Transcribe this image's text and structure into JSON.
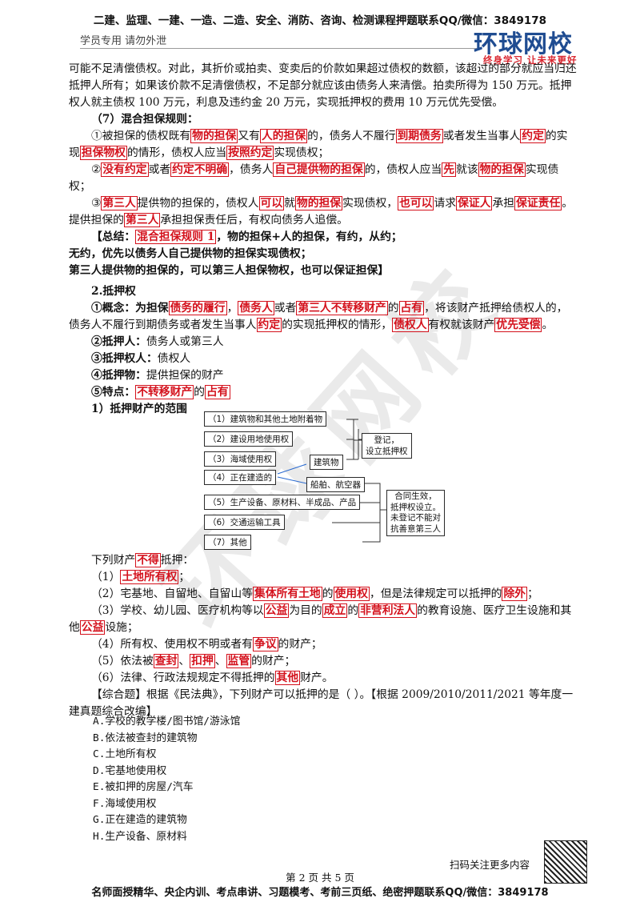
{
  "header": {
    "top_banner": "二建、监理、一建、一造、二造、安全、消防、咨询、检测课程押题联系QQ/微信：3849178",
    "subtitle": "学员专用 请勿外泄",
    "logo_main": "环球网校",
    "logo_sub": "终身学习 让未来更好"
  },
  "watermark": "环球网校",
  "paragraph1": [
    "可能不足清偿债权。对此，其折价或拍卖、变卖后的价款如果超过债权的数额，该超过的部分就应当归还抵押人所有；如果该价款不足清偿债权，不足部分就应该由债务人来清偿。拍卖所得为 150 万元。抵押权人就主债权 100 万元，利息及违约金 20 万元，实现抵押权的费用 10 万元优先受偿。"
  ],
  "sec7": {
    "title": "（7）混合担保规则：",
    "r1": [
      "①被担保的债权既有",
      "物的担保",
      "又有",
      "人的担保",
      "的，债务人不履行",
      "到期债务",
      "或者发生当事人",
      "约定",
      "的实现",
      "担保物权",
      "的情形，债权人应当",
      "按照约定",
      "实现债权；"
    ],
    "r2": [
      "②",
      "没有约定",
      "或者",
      "约定不明确",
      "，债务人",
      "自己提供物的担保",
      "的，债权人应当",
      "先",
      "就该",
      "物的担保",
      "实现债权；"
    ],
    "r3": [
      "③",
      "第三人",
      "提供物的担保的，债权人",
      "可以",
      "就",
      "物的担保",
      "实现债权，",
      "也可以",
      "请求",
      "保证人",
      "承担",
      "保证责任",
      "。提供担保的",
      "第三人",
      "承担担保责任后，有权向债务人追偿。"
    ],
    "summary1": [
      "【总结：",
      "混合担保规则 1",
      "，物的担保+人的担保，有约，从约；"
    ],
    "summary2": "无约，优先以债务人自己提供物的担保实现债权；",
    "summary3": "第三人提供物的担保的，可以第三人担保物权，也可以保证担保】"
  },
  "sec2": {
    "title": "2.抵押权",
    "concept": [
      "①概念：为担保",
      "债务的履行",
      "，",
      "债务人",
      "或者",
      "第三人不转移财产",
      "的",
      "占有",
      "，将该财产抵押给债权人的，债务人不履行到期债务或者发生当事人",
      "约定",
      "的实现抵押权的情形，",
      "债权人",
      "有权就该财产",
      "优先受偿",
      "。"
    ],
    "mortgagor": [
      "②抵押人：",
      "债务人或第三人"
    ],
    "mortgagee": [
      "③抵押权人：",
      "债权人"
    ],
    "collateral": [
      "④抵押物：",
      "提供担保的财产"
    ],
    "feature": [
      "⑤特点：",
      "不转移财产",
      "的",
      "占有"
    ],
    "scope_title": "1）抵押财产的范围"
  },
  "diagram": {
    "items": [
      "（1）建筑物和其他土地附着物",
      "（2）建设用地使用权",
      "（3）海域使用权",
      "（4）正在建造的",
      "（5）生产设备、原材料、半成品、产品",
      "（6）交通运输工具",
      "（7）其他"
    ],
    "building": "建筑物",
    "ship": "船舶、航空器",
    "reg1": "登记，",
    "reg2": "设立抵押权",
    "eff": [
      "合同生效，",
      "抵押权设立。",
      "未登记不能对",
      "抗善意第三人"
    ]
  },
  "prohibited": {
    "intro": [
      "下列财产",
      "不得",
      "抵押："
    ],
    "i1": [
      "（1）",
      "土地所有权",
      "；"
    ],
    "i2": [
      "（2）宅基地、自留地、自留山等",
      "集体所有土地",
      "的",
      "使用权",
      "，但是法律规定可以抵押的",
      "除外",
      "；"
    ],
    "i3": [
      "（3）学校、幼儿园、医疗机构等以",
      "公益",
      "为目的",
      "成立",
      "的",
      "非营利法人",
      "的教育设施、医疗卫生设施和其他",
      "公益",
      "设施；"
    ],
    "i4": [
      "（4）所有权、使用权不明或者有",
      "争议",
      "的财产；"
    ],
    "i5": [
      "（5）依法被",
      "查封",
      "、",
      "扣押",
      "、",
      "监管",
      "的财产；"
    ],
    "i6": [
      "（6）法律、行政法规规定不得抵押的",
      "其他",
      "财产。"
    ]
  },
  "question": {
    "stem": "【综合题】根据《民法典》，下列财产可以抵押的是（ ）。【根据 2009/2010/2011/2021 等年度一建真题综合改编】",
    "options": [
      "A.学校的教学楼/图书馆/游泳馆",
      "B.依法被查封的建筑物",
      "C.土地所有权",
      "D.宅基地使用权",
      "E.被扣押的房屋/汽车",
      "F.海域使用权",
      "G.正在建造的建筑物",
      "H.生产设备、原材料"
    ]
  },
  "footer": {
    "scan_text": "扫码关注更多内容",
    "page": "第 2 页 共 5 页",
    "bottom_banner": "名师面授精华、央企内训、考点串讲、习题模考、考前三页纸、绝密押题联系QQ/微信：3849178"
  }
}
